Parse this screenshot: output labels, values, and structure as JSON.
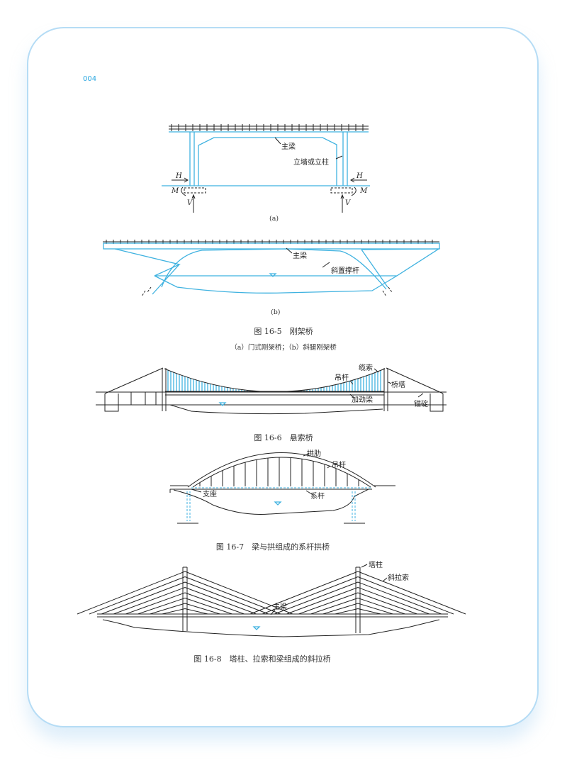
{
  "page_number": "004",
  "colors": {
    "accent": "#3fb2e0",
    "card_border": "#b5dcf5"
  },
  "fig_16_5": {
    "a": {
      "main_beam": "主梁",
      "wall_or_column": "立墙或立柱",
      "h": "H",
      "m": "M",
      "v": "V",
      "sub_label": "(a)"
    },
    "b": {
      "main_beam": "主梁",
      "strut": "斜置撑杆",
      "sub_label": "(b)"
    },
    "caption": "图 16-5　刚架桥",
    "subcaption": "（a）门式刚架桥；（b）斜腿刚架桥"
  },
  "fig_16_6": {
    "cable": "缆索",
    "hanger": "吊杆",
    "tower": "桥塔",
    "stiffening_girder": "加劲梁",
    "anchorage": "锚碇",
    "caption": "图 16-6　悬索桥"
  },
  "fig_16_7": {
    "arch_rib": "拱肋",
    "hanger": "吊杆",
    "bearing": "支座",
    "tie": "系杆",
    "caption": "图 16-7　梁与拱组成的系杆拱桥"
  },
  "fig_16_8": {
    "pylon": "塔柱",
    "stay_cable": "斜拉索",
    "main_beam": "主梁",
    "caption": "图 16-8　塔柱、拉索和梁组成的斜拉桥"
  }
}
